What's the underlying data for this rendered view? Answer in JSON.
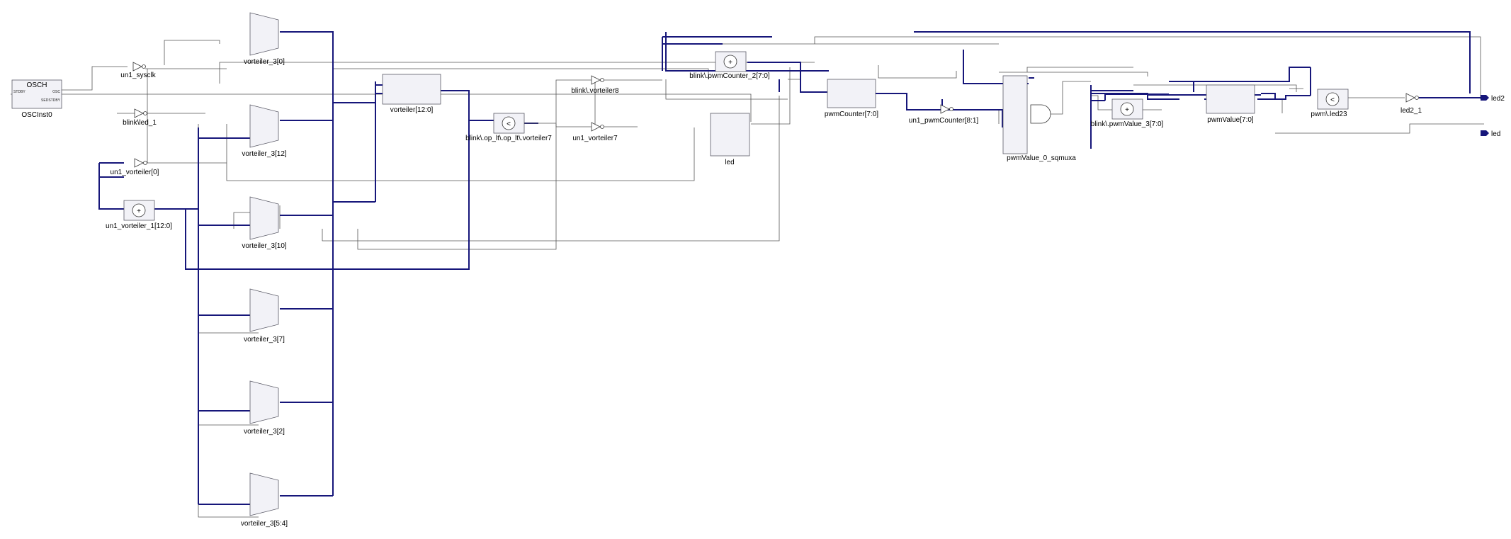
{
  "diagram": {
    "title": "",
    "instances": {
      "osch": {
        "type": "OSCH",
        "name": "OSCInst0",
        "pin_in": "STDBY",
        "pin_out": "OSC",
        "pin_sed": "SEDSTDBY"
      },
      "un1_sysclk": "un1_sysclk",
      "blink_led_1": "blink\\led_1",
      "un1_vorteiler_0": "un1_vorteiler[0]",
      "un1_vorteiler_1": "un1_vorteiler_1[12:0]",
      "mux0": "vorteiler_3[0]",
      "mux12": "vorteiler_3[12]",
      "mux10": "vorteiler_3[10]",
      "mux7": "vorteiler_3[7]",
      "mux2": "vorteiler_3[2]",
      "mux54": "vorteiler_3[5:4]",
      "vorteiler_reg": "vorteiler[12:0]",
      "op_lt": "blink\\.op_lt\\.op_lt\\.vorteiler7",
      "blink_vorteiler8": "blink\\.vorteiler8",
      "un1_vorteiler7": "un1_vorteiler7",
      "pwmcounter_2": "blink\\.pwmCounter_2[7:0]",
      "led_reg": "led",
      "pwmcounter": "pwmCounter[7:0]",
      "un1_pwmcounter": "un1_pwmCounter[8:1]",
      "sqmuxa": "pwmValue_0_sqmuxa",
      "pwmvalue_3": "blink\\.pwmValue_3[7:0]",
      "pwmvalue": "pwmValue[7:0]",
      "pwm_led23": "pwm\\.led23",
      "led2_1": "led2_1"
    },
    "ports": {
      "led2": "led2",
      "led": "led"
    },
    "symbols": {
      "plus": "+",
      "less": "<"
    }
  },
  "colors": {
    "bus": "#16167a",
    "net": "#555555",
    "box_fill": "#f2f2f7",
    "box_stroke": "#5a5a66",
    "port": "#16167a"
  },
  "icons": [
    "inverter-icon",
    "mux-icon",
    "adder-icon",
    "comparator-icon",
    "and-gate-icon",
    "output-port-icon"
  ]
}
